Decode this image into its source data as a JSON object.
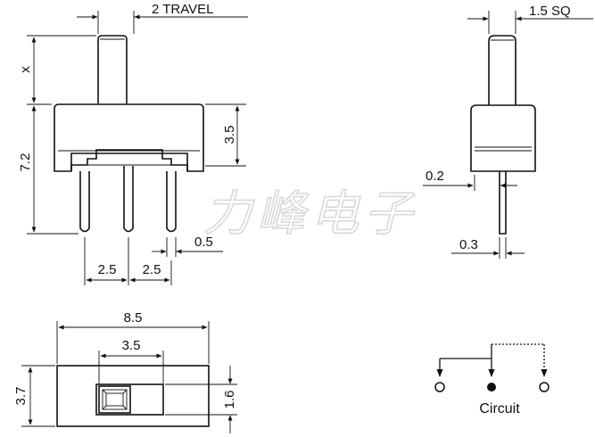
{
  "front_view": {
    "travel_label": "2 TRAVEL",
    "actuator_height_label": "x",
    "body_height_label": "7.2",
    "housing_height_label": "3.5",
    "pin_width_label": "0.5",
    "pin_pitch_left_label": "2.5",
    "pin_pitch_right_label": "2.5"
  },
  "side_view": {
    "actuator_size_label": "1.5 SQ",
    "pin_offset_label": "0.2",
    "pin_thickness_label": "0.3"
  },
  "top_view": {
    "length_label": "8.5",
    "slot_label": "3.5",
    "width_label": "3.7",
    "knob_label": "1.6"
  },
  "circuit": {
    "label": "Circuit"
  },
  "watermark": "力峰电子"
}
